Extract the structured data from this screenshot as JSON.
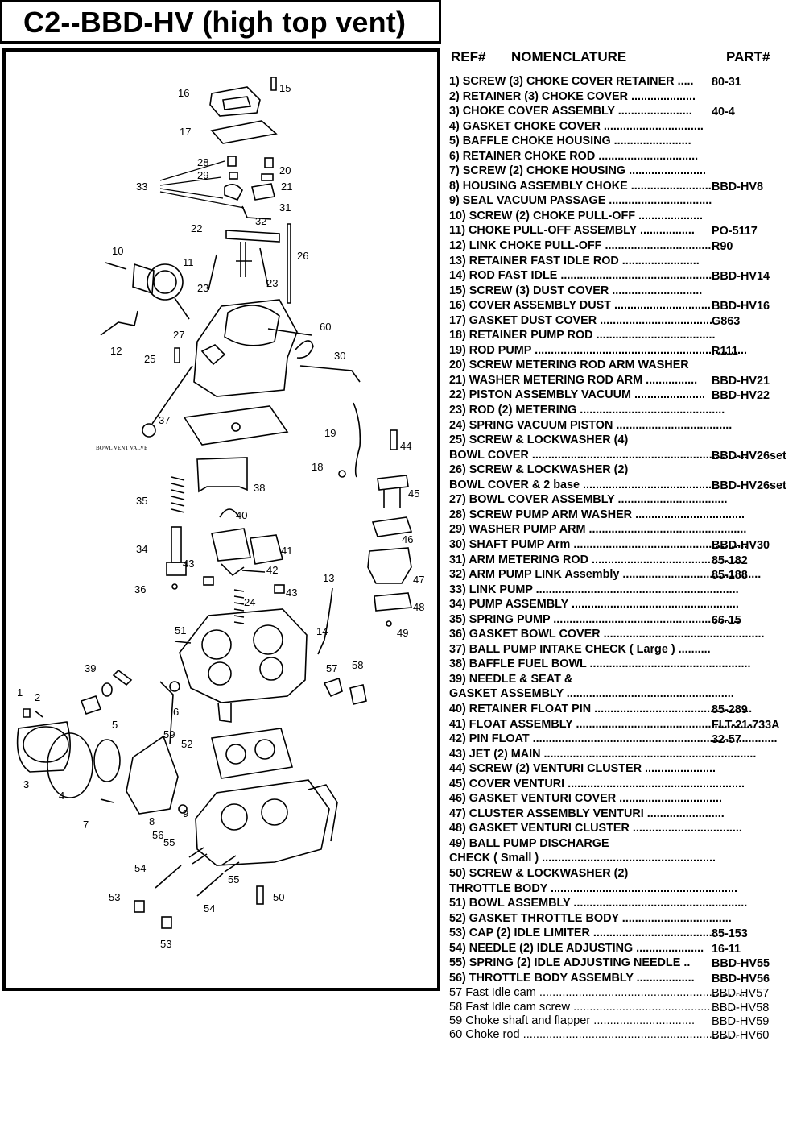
{
  "title": "C2--BBD-HV (high top vent)",
  "headers": {
    "ref": "REF#",
    "nomenclature": "NOMENCLATURE",
    "part": "PART#"
  },
  "diagram": {
    "bowl_vent_caption": "BOWL VENT VALVE",
    "callouts": [
      "1",
      "2",
      "3",
      "4",
      "5",
      "6",
      "7",
      "8",
      "9",
      "10",
      "11",
      "12",
      "13",
      "14",
      "15",
      "16",
      "17",
      "18",
      "19",
      "20",
      "21",
      "22",
      "23",
      "23",
      "24",
      "25",
      "26",
      "27",
      "28",
      "29",
      "30",
      "31",
      "32",
      "33",
      "34",
      "35",
      "36",
      "37",
      "38",
      "39",
      "40",
      "41",
      "42",
      "43",
      "43",
      "44",
      "45",
      "46",
      "47",
      "48",
      "49",
      "50",
      "51",
      "52",
      "53",
      "53",
      "54",
      "54",
      "55",
      "55",
      "56",
      "57",
      "58",
      "59",
      "60"
    ]
  },
  "parts": [
    {
      "name": "1) SCREW (3) CHOKE COVER RETAINER .....",
      "part": "80-31"
    },
    {
      "name": "2) RETAINER (3) CHOKE COVER ....................",
      "part": ""
    },
    {
      "name": "3) CHOKE COVER ASSEMBLY .......................",
      "part": "40-4"
    },
    {
      "name": "4) GASKET CHOKE COVER ...............................",
      "part": ""
    },
    {
      "name": "5) BAFFLE CHOKE HOUSING ........................",
      "part": ""
    },
    {
      "name": "6) RETAINER CHOKE ROD ...............................",
      "part": ""
    },
    {
      "name": "7) SCREW (2) CHOKE HOUSING ........................",
      "part": ""
    },
    {
      "name": "8) HOUSING ASSEMBLY CHOKE .........................",
      "part": "BBD-HV8"
    },
    {
      "name": "9) SEAL VACUUM PASSAGE ................................",
      "part": ""
    },
    {
      "name": "10) SCREW (2) CHOKE PULL-OFF ....................",
      "part": ""
    },
    {
      "name": "11) CHOKE PULL-OFF ASSEMBLY .................",
      "part": "PO-5117"
    },
    {
      "name": "12) LINK CHOKE PULL-OFF .................................",
      "part": "R90"
    },
    {
      "name": "13) RETAINER FAST IDLE ROD ........................",
      "part": ""
    },
    {
      "name": "14) ROD FAST IDLE ...............................................",
      "part": "BBD-HV14"
    },
    {
      "name": "15) SCREW (3) DUST COVER ............................",
      "part": ""
    },
    {
      "name": "16) COVER ASSEMBLY DUST ..............................",
      "part": "BBD-HV16"
    },
    {
      "name": "17) GASKET DUST COVER ...................................",
      "part": "G863"
    },
    {
      "name": "18) RETAINER PUMP ROD .....................................",
      "part": ""
    },
    {
      "name": "19) ROD PUMP ..................................................................",
      "part": "R111"
    },
    {
      "name": "20) SCREW METERING ROD ARM WASHER",
      "part": ""
    },
    {
      "name": "21) WASHER METERING ROD ARM ................",
      "part": "BBD-HV21"
    },
    {
      "name": "22) PISTON ASSEMBLY VACUUM ......................",
      "part": "BBD-HV22"
    },
    {
      "name": "23) ROD (2) METERING .............................................",
      "part": ""
    },
    {
      "name": "24) SPRING VACUUM PISTON ....................................",
      "part": ""
    },
    {
      "name": "25) SCREW & LOCKWASHER (4)",
      "part": ""
    },
    {
      "name": "BOWL COVER ...................................................................",
      "part": "BBD-HV26set"
    },
    {
      "name": "26) SCREW & LOCKWASHER (2)",
      "part": ""
    },
    {
      "name": "BOWL COVER  & 2 base   ..........................................",
      "part": "BBD-HV26set"
    },
    {
      "name": "27) BOWL COVER ASSEMBLY ..................................",
      "part": ""
    },
    {
      "name": "28) SCREW PUMP ARM WASHER ..................................",
      "part": ""
    },
    {
      "name": "29) WASHER PUMP ARM .................................................",
      "part": ""
    },
    {
      "name": "30) SHAFT PUMP Arm ......................................................",
      "part": "BBD-HV30"
    },
    {
      "name": "31) ARM METERING ROD ...............................................",
      "part": "85-182"
    },
    {
      "name": "32) ARM PUMP LINK Assembly ...........................................",
      "part": "85-188"
    },
    {
      "name": "33) LINK PUMP ...............................................................",
      "part": ""
    },
    {
      "name": "34) PUMP ASSEMBLY ....................................................",
      "part": ""
    },
    {
      "name": "35) SPRING PUMP ..........................................................",
      "part": "66-15"
    },
    {
      "name": "36) GASKET BOWL COVER ..................................................",
      "part": ""
    },
    {
      "name": "37) BALL PUMP INTAKE CHECK ( Large ) ..........",
      "part": ""
    },
    {
      "name": "38) BAFFLE FUEL BOWL ..................................................",
      "part": ""
    },
    {
      "name": "39) NEEDLE & SEAT &",
      "part": ""
    },
    {
      "name": "GASKET ASSEMBLY ....................................................",
      "part": ""
    },
    {
      "name": "40) RETAINER FLOAT PIN .................................................",
      "part": "85-289"
    },
    {
      "name": "41) FLOAT ASSEMBLY .......................................................",
      "part": "FLT-21-733A"
    },
    {
      "name": "42) PIN FLOAT ............................................................................",
      "part": "32-57"
    },
    {
      "name": "43) JET (2) MAIN ..................................................................",
      "part": ""
    },
    {
      "name": "44) SCREW (2) VENTURI CLUSTER ......................",
      "part": ""
    },
    {
      "name": "45) COVER VENTURI .......................................................",
      "part": ""
    },
    {
      "name": "46) GASKET VENTURI COVER ................................",
      "part": ""
    },
    {
      "name": "47) CLUSTER ASSEMBLY VENTURI ........................",
      "part": ""
    },
    {
      "name": "48) GASKET VENTURI CLUSTER ..................................",
      "part": ""
    },
    {
      "name": "49) BALL PUMP DISCHARGE",
      "part": ""
    },
    {
      "name": "CHECK ( Small ) ......................................................",
      "part": ""
    },
    {
      "name": "50) SCREW & LOCKWASHER (2)",
      "part": ""
    },
    {
      "name": "THROTTLE BODY ..........................................................",
      "part": ""
    },
    {
      "name": "51) BOWL ASSEMBLY ......................................................",
      "part": ""
    },
    {
      "name": "52) GASKET THROTTLE BODY ..................................",
      "part": ""
    },
    {
      "name": "53) CAP (2) IDLE LIMITER ........................................",
      "part": "85-153"
    },
    {
      "name": "54) NEEDLE (2) IDLE ADJUSTING .....................",
      "part": "16-11"
    },
    {
      "name": "55) SPRING (2) IDLE ADJUSTING NEEDLE ..",
      "part": "BBD-HV55"
    },
    {
      "name": "56) THROTTLE BODY ASSEMBLY ..................",
      "part": "BBD-HV56"
    },
    {
      "name": "57 Fast Idle cam ...............................................................",
      "part": "BBD-HV57"
    },
    {
      "name": "58 Fast Idle cam screw ..................................................",
      "part": "BBD-HV58"
    },
    {
      "name": "59 Choke shaft and flapper ...............................",
      "part": "BBD-HV59"
    },
    {
      "name": "60 Choke rod   ..................................................................",
      "part": "BBD-HV60"
    }
  ]
}
